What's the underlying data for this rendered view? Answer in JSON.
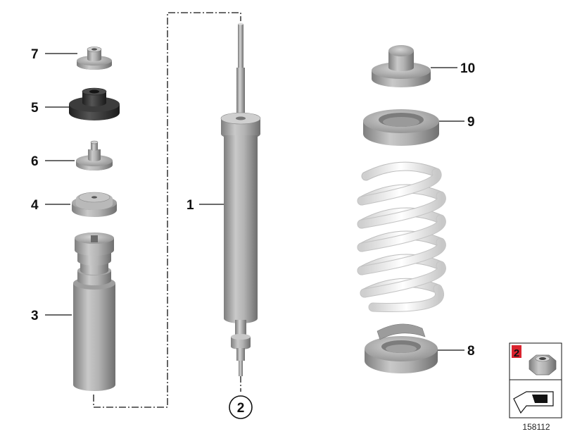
{
  "callouts": {
    "c1": "1",
    "c2": "2",
    "c3": "3",
    "c4": "4",
    "c5": "5",
    "c6": "6",
    "c7": "7",
    "c8": "8",
    "c9": "9",
    "c10": "10"
  },
  "inset": {
    "badge": "2"
  },
  "reference_number": "158112",
  "colors": {
    "part_metal": "#a9a9a9",
    "rubber": "#3a3a3a",
    "spring": "#f2f2f2",
    "badge_red": "#d9232e",
    "line": "#111111"
  },
  "icons": [
    "nut-icon",
    "arrow-icon"
  ]
}
